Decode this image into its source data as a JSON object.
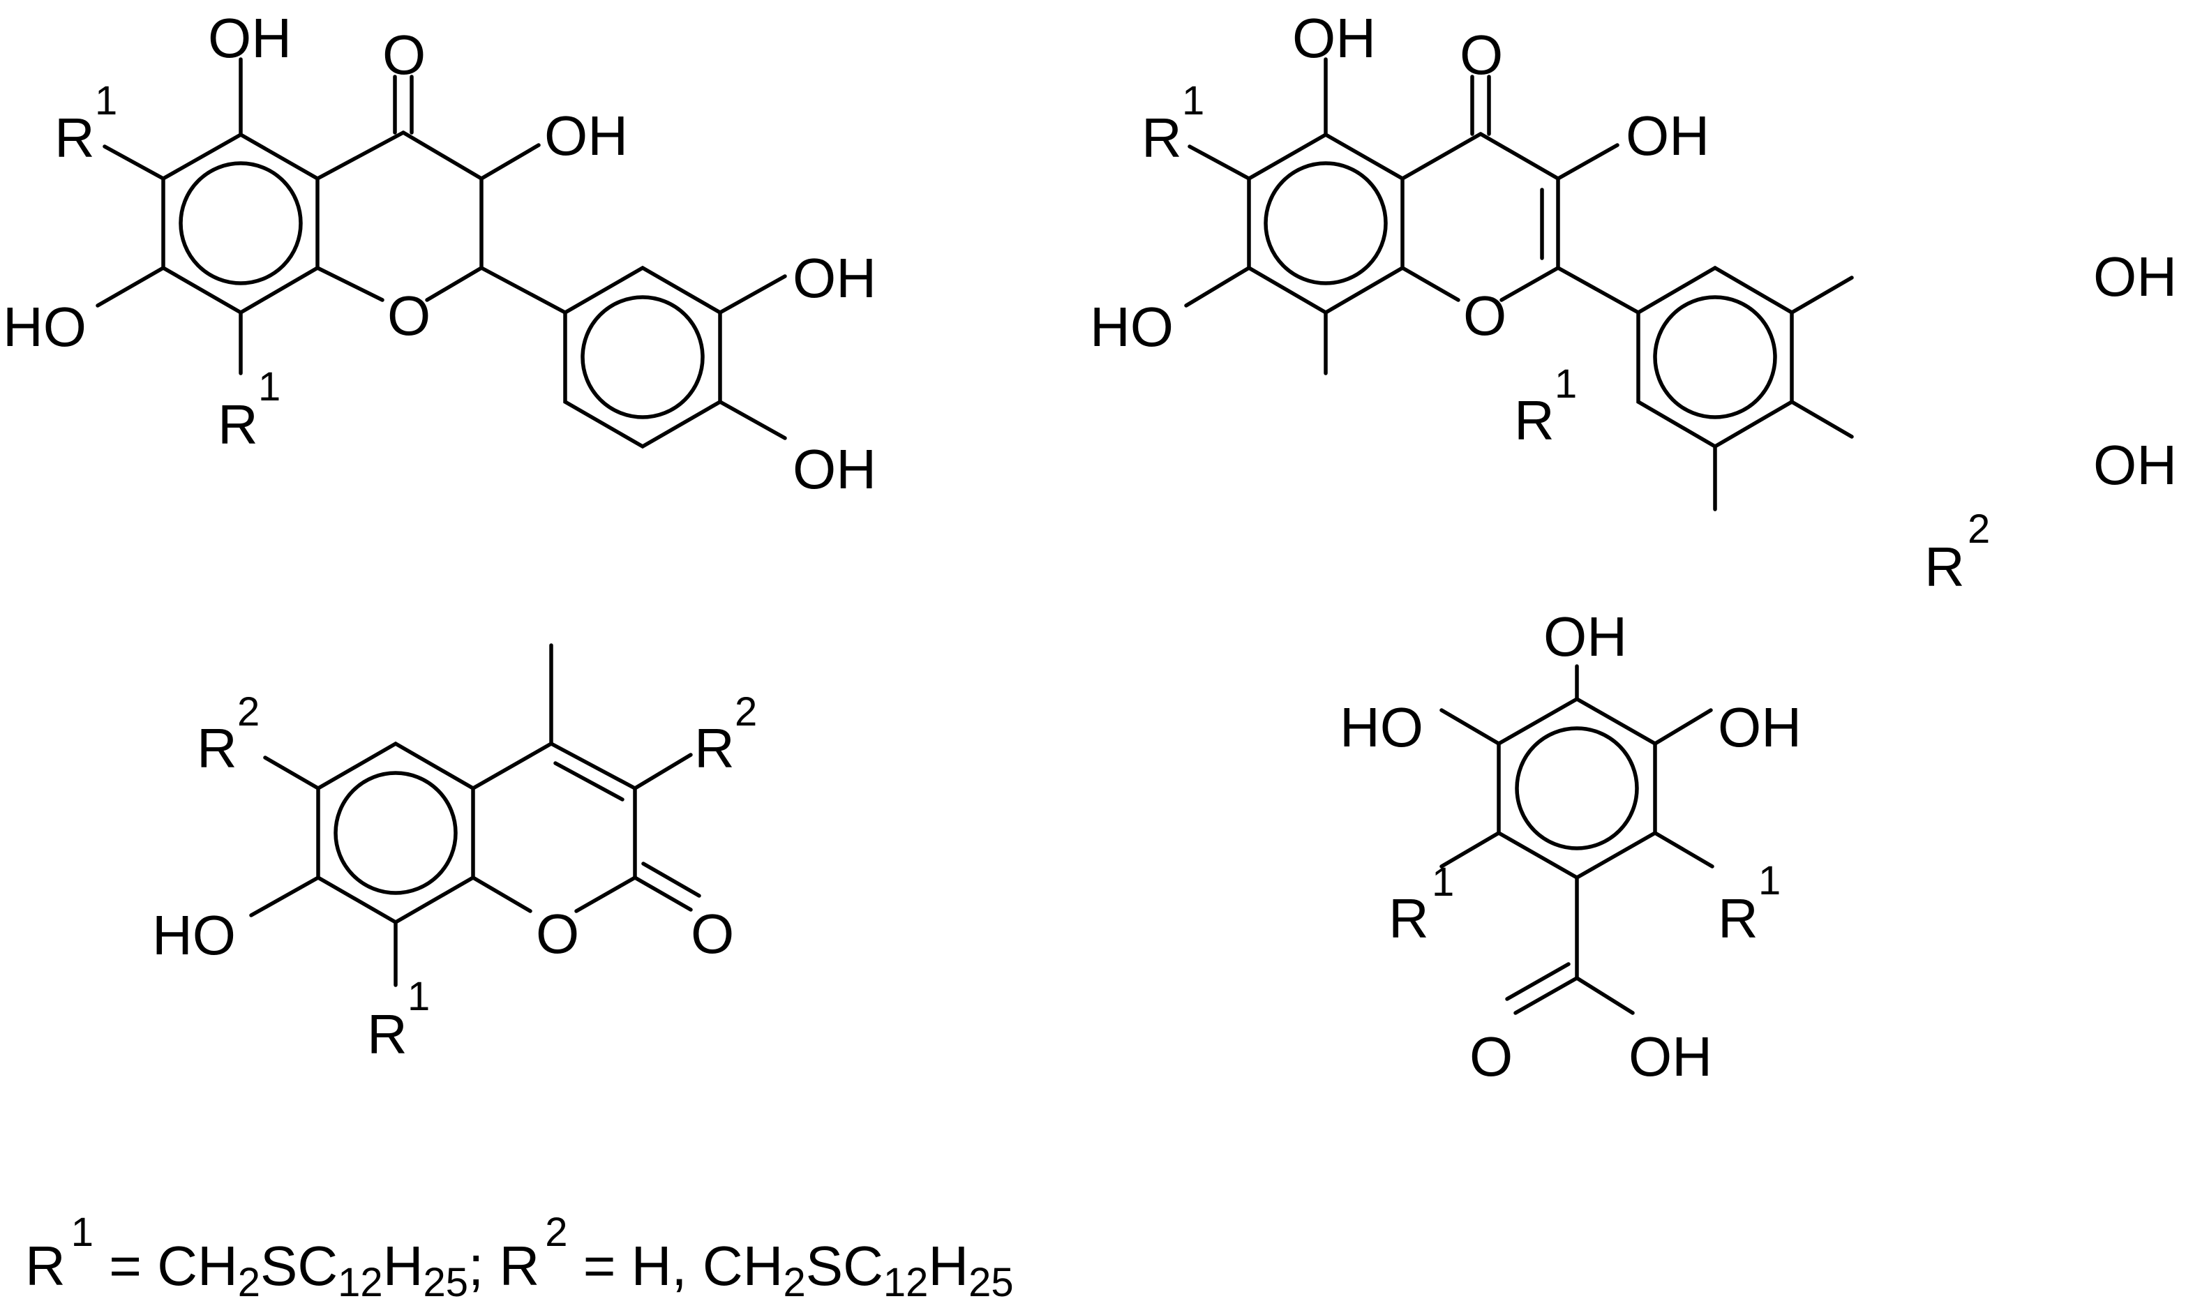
{
  "colors": {
    "ink": "#000000",
    "background": "#ffffff"
  },
  "atoms": {
    "oh": "OH",
    "ho": "HO",
    "o": "O",
    "r": "R",
    "sup1": "1",
    "sup2": "2"
  },
  "caption": {
    "r": "R",
    "sup1": "1",
    "sup2": "2",
    "part1": " = CH",
    "sub_2a": "2",
    "part2": "SC",
    "sub_12a": "12",
    "part3": "H",
    "sub_25a": "25",
    "part4": "; R",
    "part5": " = H, CH",
    "sub_2b": "2",
    "part6": "SC",
    "sub_12b": "12",
    "part7": "H",
    "sub_25b": "25"
  }
}
